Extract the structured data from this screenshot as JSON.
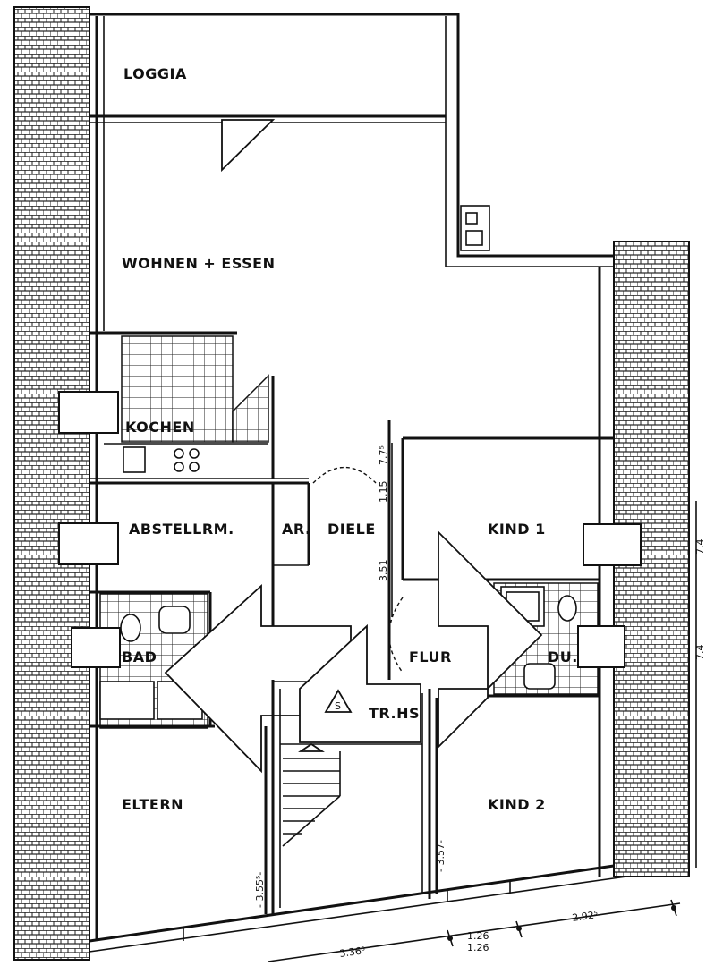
{
  "plan": {
    "rooms": {
      "loggia": "LOGGIA",
      "wohnen": "WOHNEN + ESSEN",
      "kochen": "KOCHEN",
      "abstell": "ABSTELLRM.",
      "ar": "AR.",
      "diele": "DIELE",
      "kind1": "KIND 1",
      "bad": "BAD",
      "flur": "FLUR",
      "du": "DU.",
      "trhs": "TR.HS",
      "eltern": "ELTERN",
      "kind2": "KIND 2"
    },
    "dimensions": {
      "d1": "3.36⁵",
      "d2": "1.26",
      "d3": "1.26",
      "d4": "2.92⁵",
      "d5": "3.51",
      "d6": "1.15",
      "d7": "7.7⁵",
      "d8": "- 3.55⁵-",
      "d9": "- 3.57-",
      "d10": "7.4",
      "d11": "7.4"
    },
    "symbol": "S"
  }
}
